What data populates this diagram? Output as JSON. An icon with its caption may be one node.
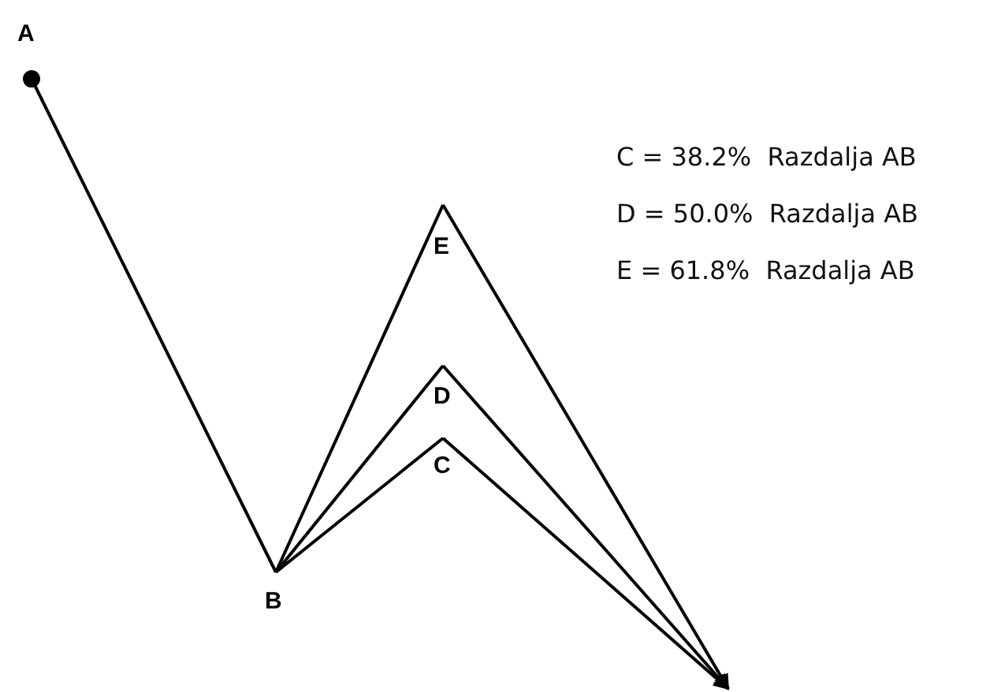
{
  "diagram": {
    "nodes": [
      {
        "text": [
          "A"
        ]
      },
      {
        "text": [
          "B"
        ]
      },
      {
        "text": [
          "E"
        ]
      },
      {
        "text": [
          "D"
        ]
      },
      {
        "text": [
          "C"
        ]
      }
    ],
    "edges": [
      {
        "from": 0,
        "to": 1,
        "arrow": "other"
      },
      {
        "from": 1,
        "to": 2,
        "arrow": "none"
      },
      {
        "from": 1,
        "to": 3,
        "arrow": "none"
      },
      {
        "from": 1,
        "to": 4,
        "arrow": "none"
      },
      {
        "from": 2,
        "to": null,
        "arrow": "to"
      },
      {
        "from": 3,
        "to": null,
        "arrow": "to"
      },
      {
        "from": 4,
        "to": null,
        "arrow": "to"
      }
    ],
    "labels": [
      "C = 38.2%  Razdalja AB",
      "D = 50.0%  Razdalja AB",
      "E = 61.8%  Razdalja AB"
    ]
  }
}
